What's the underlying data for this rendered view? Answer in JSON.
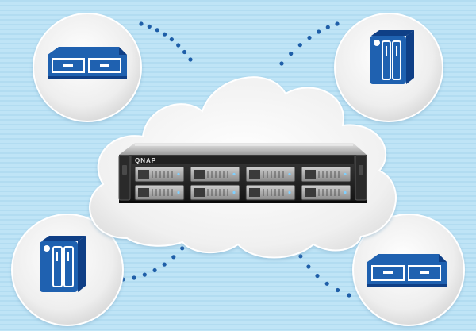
{
  "scene": {
    "background_color": "#bfe4f6",
    "stripe_color": "#aad8ef",
    "dot_color": "#1e5ea8",
    "icon_blue": "#1f61b0",
    "icon_dark": "#0f3f86",
    "bubble_color": "#ececec",
    "cloud_color": "#f1f1f1"
  },
  "nas": {
    "brand": "QNAP",
    "drive_bays": 8
  },
  "devices": [
    {
      "position": "top-left",
      "icon": "rackmount-nas-icon"
    },
    {
      "position": "top-right",
      "icon": "tower-nas-icon"
    },
    {
      "position": "bottom-left",
      "icon": "tower-nas-icon"
    },
    {
      "position": "bottom-right",
      "icon": "rackmount-nas-icon"
    }
  ]
}
